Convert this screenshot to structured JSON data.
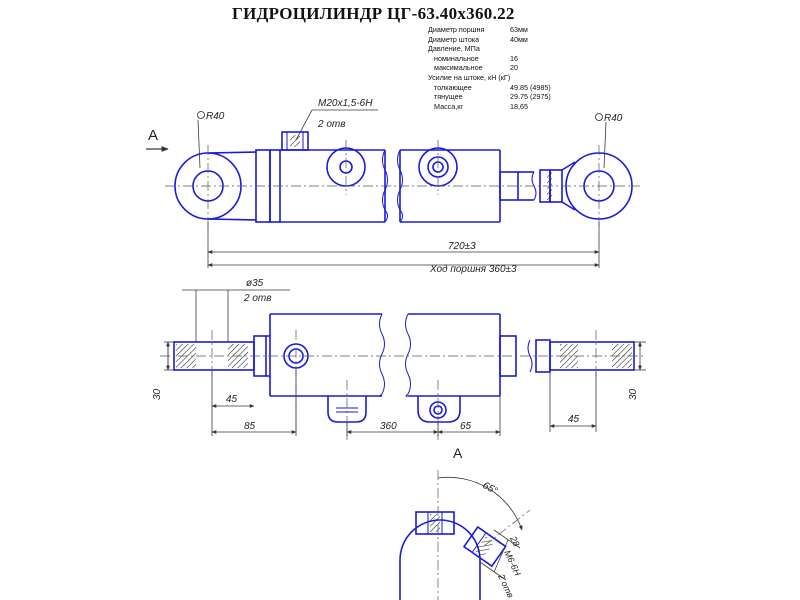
{
  "title": "ГИДРОЦИЛИНДР  ЦГ-63.40х360.22",
  "specs": [
    {
      "label": "Диаметр поршня",
      "value": "63мм"
    },
    {
      "label": "Диаметр штока",
      "value": "40мм"
    },
    {
      "label": "Давление, МПа",
      "value": ""
    },
    {
      "label": "номинальное",
      "value": "16"
    },
    {
      "label": "максимальное",
      "value": "20"
    },
    {
      "label": "Усилие на штоке, кН (кГ)",
      "value": ""
    },
    {
      "label": "толкающее",
      "value": "49.85 (4985)"
    },
    {
      "label": "тянущее",
      "value": "29.75 (2975)"
    },
    {
      "label": "Масса,кг",
      "value": "18,65"
    }
  ],
  "labels": {
    "view_a_arrow": "А",
    "view_a_title": "А",
    "radius_left": "R40",
    "radius_right": "R40",
    "thread_port": "М20х1,5-6Н",
    "two_holes_top": "2 отв",
    "overall_length": "720±3",
    "stroke": "Ход поршня 360±3",
    "dia_35": "ø35",
    "two_holes_mid": "2 отв",
    "dim_30_left": "30",
    "dim_30_right": "30",
    "dim_45_left": "45",
    "dim_45_right": "45",
    "dim_85": "85",
    "dim_360": "360",
    "dim_65": "65",
    "angle_65": "65°",
    "dim_28": "28",
    "thread_m6": "М6-6Н",
    "two_holes_bottom": "2 отв"
  },
  "colors": {
    "outline": "#1a1adc",
    "dimension": "#3a3a3a",
    "hatch": "#222222"
  }
}
